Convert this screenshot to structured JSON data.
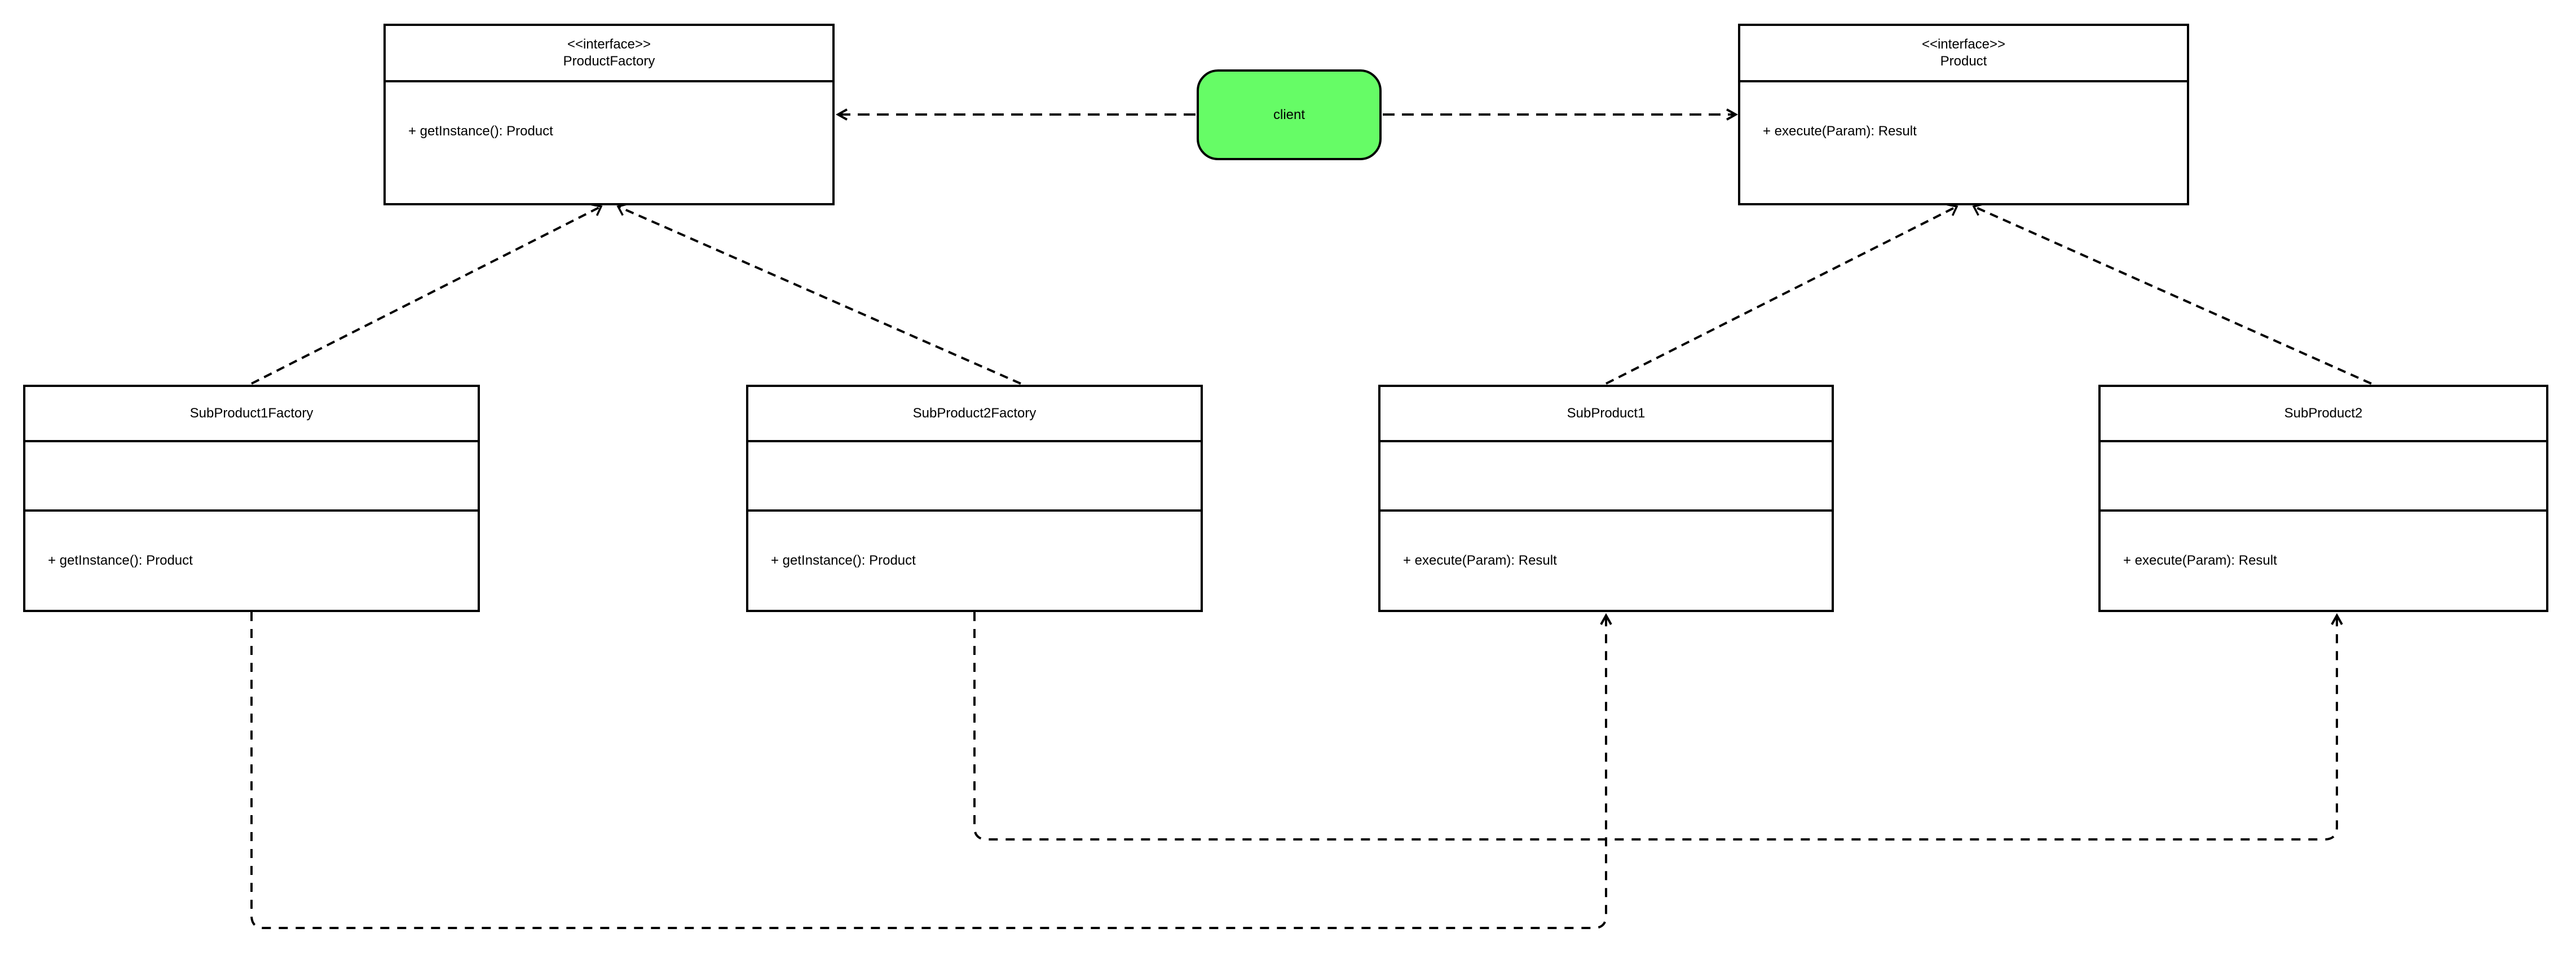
{
  "nodes": {
    "product_factory": {
      "stereotype": "<<interface>>",
      "name": "ProductFactory",
      "methods": [
        "+ getInstance(): Product"
      ]
    },
    "product": {
      "stereotype": "<<interface>>",
      "name": "Product",
      "methods": [
        "+ execute(Param): Result"
      ]
    },
    "client": {
      "label": "client"
    },
    "sub_product1_factory": {
      "name": "SubProduct1Factory",
      "methods": [
        "+ getInstance(): Product"
      ]
    },
    "sub_product2_factory": {
      "name": "SubProduct2Factory",
      "methods": [
        "+ getInstance(): Product"
      ]
    },
    "sub_product1": {
      "name": "SubProduct1",
      "methods": [
        "+ execute(Param): Result"
      ]
    },
    "sub_product2": {
      "name": "SubProduct2",
      "methods": [
        "+ execute(Param): Result"
      ]
    }
  },
  "edges": [
    {
      "from": "SubProduct1Factory",
      "to": "ProductFactory",
      "style": "dashed-open-arrow"
    },
    {
      "from": "SubProduct2Factory",
      "to": "ProductFactory",
      "style": "dashed-open-arrow"
    },
    {
      "from": "SubProduct1",
      "to": "Product",
      "style": "dashed-open-arrow"
    },
    {
      "from": "SubProduct2",
      "to": "Product",
      "style": "dashed-open-arrow"
    },
    {
      "from": "client",
      "to": "ProductFactory",
      "style": "dashed-open-arrow"
    },
    {
      "from": "client",
      "to": "Product",
      "style": "dashed-open-arrow"
    },
    {
      "from": "SubProduct1Factory",
      "to": "SubProduct1",
      "style": "dashed-open-arrow"
    },
    {
      "from": "SubProduct2Factory",
      "to": "SubProduct2",
      "style": "dashed-open-arrow"
    }
  ],
  "colors": {
    "client_fill": "#66fc66",
    "node_fill": "#ffffff",
    "stroke": "#000000",
    "background": "#ffffff"
  }
}
